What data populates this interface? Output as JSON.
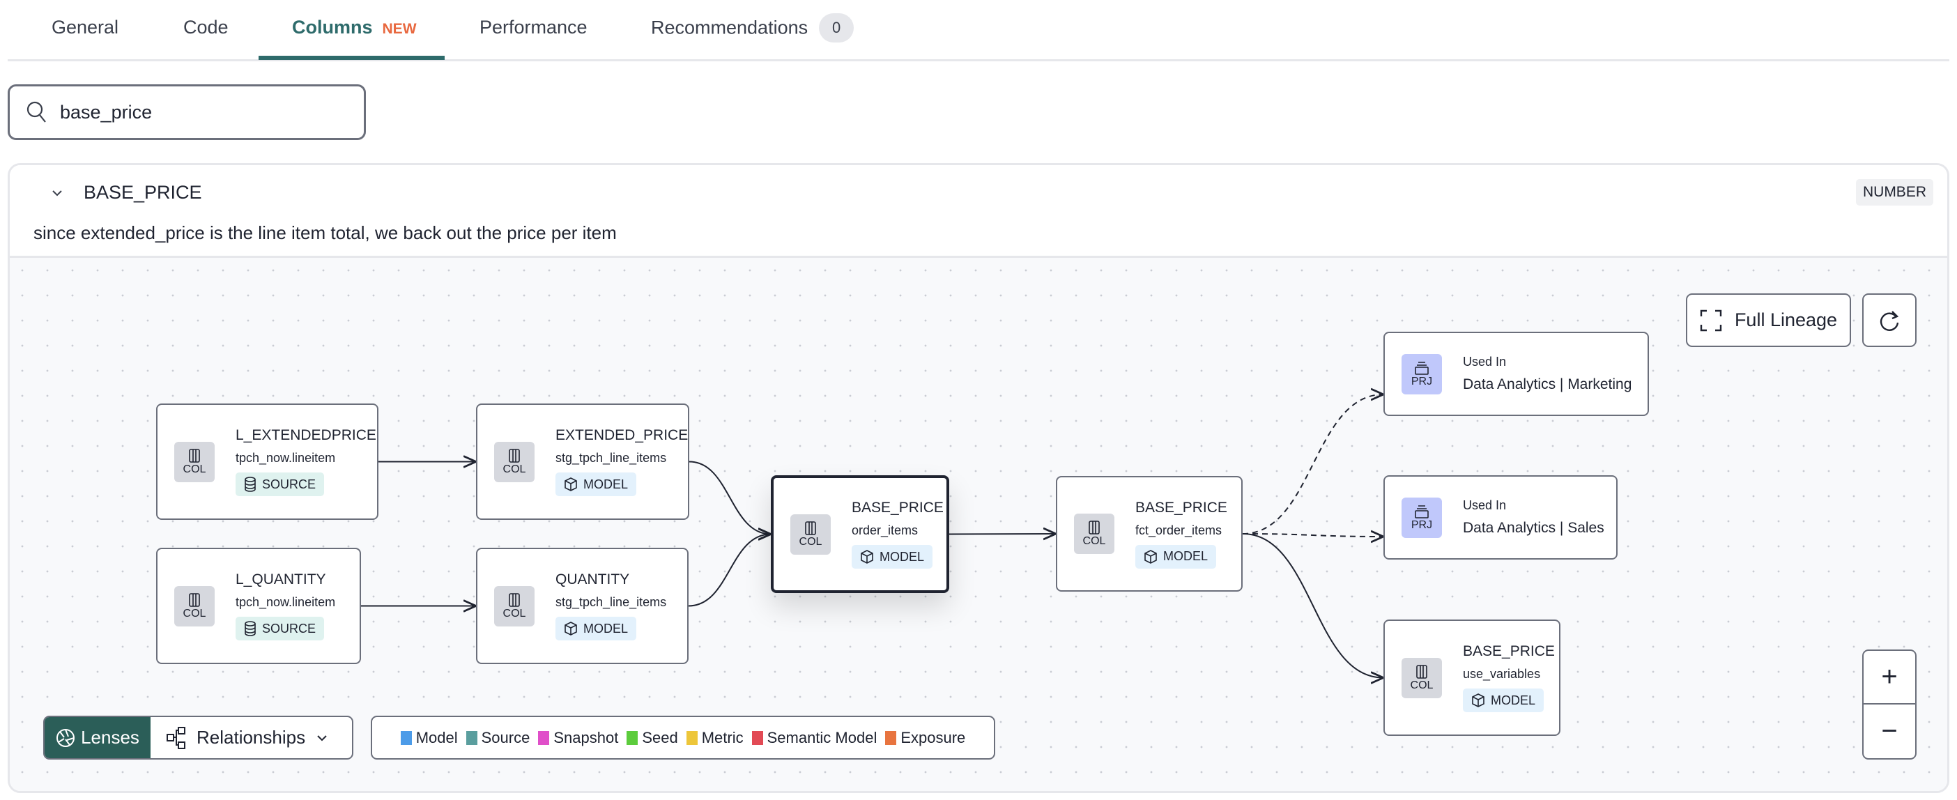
{
  "tabs": [
    {
      "label": "General"
    },
    {
      "label": "Code"
    },
    {
      "label": "Columns",
      "tag": "NEW",
      "active": true
    },
    {
      "label": "Performance"
    },
    {
      "label": "Recommendations",
      "count": "0"
    }
  ],
  "search": {
    "value": "base_price",
    "placeholder": ""
  },
  "column": {
    "name": "BASE_PRICE",
    "type": "NUMBER",
    "description": "since extended_price is the line item total, we back out the price per item"
  },
  "lineage": {
    "nodes": [
      {
        "id": "n1",
        "kind": "COL",
        "title": "L_EXTENDEDPRICE",
        "sub": "tpch_now.lineitem",
        "badge": "SOURCE"
      },
      {
        "id": "n2",
        "kind": "COL",
        "title": "EXTENDED_PRICE",
        "sub": "stg_tpch_line_items",
        "badge": "MODEL"
      },
      {
        "id": "n3",
        "kind": "COL",
        "title": "L_QUANTITY",
        "sub": "tpch_now.lineitem",
        "badge": "SOURCE"
      },
      {
        "id": "n4",
        "kind": "COL",
        "title": "QUANTITY",
        "sub": "stg_tpch_line_items",
        "badge": "MODEL"
      },
      {
        "id": "n5",
        "kind": "COL",
        "title": "BASE_PRICE",
        "sub": "order_items",
        "badge": "MODEL",
        "selected": true
      },
      {
        "id": "n6",
        "kind": "COL",
        "title": "BASE_PRICE",
        "sub": "fct_order_items",
        "badge": "MODEL"
      },
      {
        "id": "n7",
        "kind": "PRJ",
        "title": "Used In",
        "sub": "Data Analytics | Marketing"
      },
      {
        "id": "n8",
        "kind": "PRJ",
        "title": "Used In",
        "sub": "Data Analytics | Sales"
      },
      {
        "id": "n9",
        "kind": "COL",
        "title": "BASE_PRICE",
        "sub": "use_variables",
        "badge": "MODEL"
      }
    ],
    "edges": [
      {
        "from": "n1",
        "to": "n2",
        "style": "solid"
      },
      {
        "from": "n3",
        "to": "n4",
        "style": "solid"
      },
      {
        "from": "n2",
        "to": "n5",
        "style": "solid"
      },
      {
        "from": "n4",
        "to": "n5",
        "style": "solid"
      },
      {
        "from": "n5",
        "to": "n6",
        "style": "solid"
      },
      {
        "from": "n6",
        "to": "n7",
        "style": "dashed"
      },
      {
        "from": "n6",
        "to": "n8",
        "style": "dashed"
      },
      {
        "from": "n6",
        "to": "n9",
        "style": "solid"
      }
    ]
  },
  "toolbar": {
    "full_lineage": "Full Lineage",
    "lenses": "Lenses",
    "relationships": "Relationships"
  },
  "legend": [
    {
      "label": "Model",
      "color": "#4c9be8"
    },
    {
      "label": "Source",
      "color": "#5a9e9e"
    },
    {
      "label": "Snapshot",
      "color": "#e04fc9"
    },
    {
      "label": "Seed",
      "color": "#5ccc3c"
    },
    {
      "label": "Metric",
      "color": "#edc63a"
    },
    {
      "label": "Semantic Model",
      "color": "#e24a55"
    },
    {
      "label": "Exposure",
      "color": "#e8743f"
    }
  ],
  "colors": {
    "accent": "#2e6b6b",
    "new_tag": "#e8683f"
  }
}
